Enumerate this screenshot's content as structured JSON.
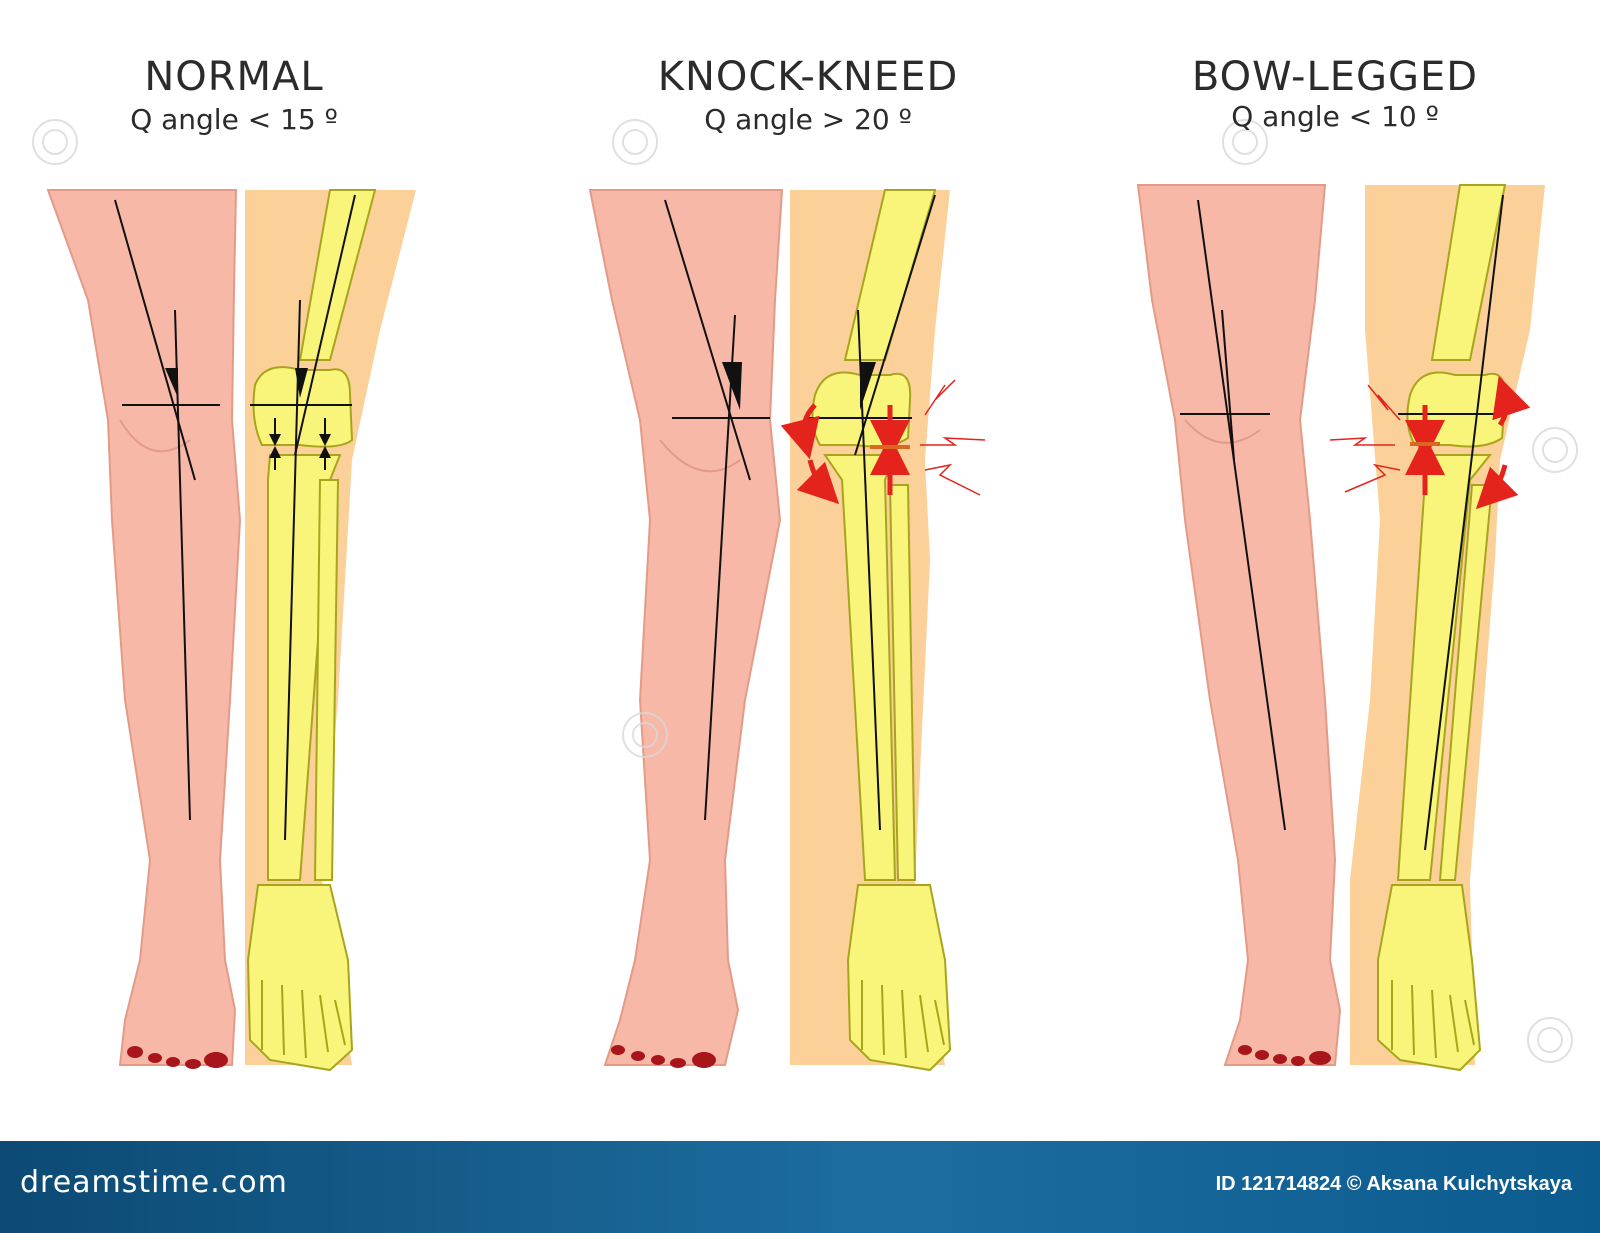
{
  "panels": [
    {
      "title": "NORMAL",
      "subtitle": "Q angle < 15 º"
    },
    {
      "title": "KNOCK-KNEED",
      "subtitle": "Q angle > 20 º"
    },
    {
      "title": "BOW-LEGGED",
      "subtitle": "Q angle < 10 º"
    }
  ],
  "footer": {
    "logo": "dreamstime.com",
    "credit": "ID 121714824 © Aksana Kulchytskaya"
  },
  "colors": {
    "skin": "#f7b8a7",
    "skin_outline": "#e39b88",
    "leg_shadow": "#fbd199",
    "bone": "#f9f57a",
    "bone_outline": "#a8a51d",
    "stress_arrow": "#e5231d",
    "footer_bg": "#1a6aa0",
    "nail": "#a8151a"
  },
  "icons": [
    "watermark-spiral-icon",
    "stress-arrow-icon",
    "pain-lightning-icon"
  ]
}
